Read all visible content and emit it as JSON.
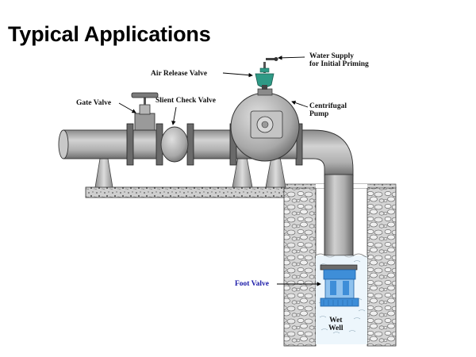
{
  "title": "Typical Applications",
  "labels": {
    "water_supply_line1": "Water Supply",
    "water_supply_line2": "for Initial Priming",
    "air_release_valve": "Air Release Valve",
    "gate_valve": "Gate Valve",
    "silent_check_valve": "Slient Check Valve",
    "centrifugal_line1": "Centrifugal",
    "centrifugal_line2": "Pump",
    "foot_valve": "Foot Valve",
    "wet_line1": "Wet",
    "wet_line2": "Well"
  },
  "colors": {
    "pipe": "#b4b4b4",
    "pipe_shade": "#7a7a7a",
    "flange": "#6c6c6c",
    "air_valve": "#2f9a86",
    "foot_valve": "#3e8ed8",
    "foot_valve_label": "#1a1aa8",
    "gravel": "#d6d6d6",
    "water": "#e6f3fb"
  }
}
